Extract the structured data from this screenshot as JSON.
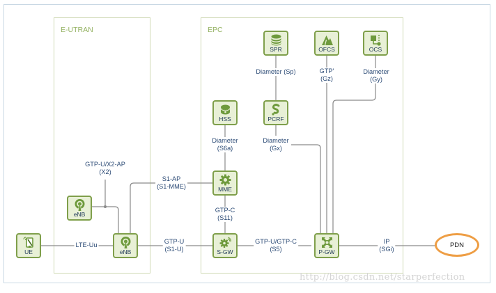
{
  "diagram": {
    "domains": {
      "e_utran": "E-UTRAN",
      "epc": "EPC"
    },
    "nodes": {
      "ue": {
        "label": "UE",
        "icon": "mobile-device-icon"
      },
      "enb_top": {
        "label": "eNB",
        "icon": "antenna-icon"
      },
      "enb_main": {
        "label": "eNB",
        "icon": "antenna-icon"
      },
      "hss": {
        "label": "HSS",
        "icon": "database-icon"
      },
      "mme": {
        "label": "MME",
        "icon": "gear-icon"
      },
      "sgw": {
        "label": "S-GW",
        "icon": "gear-signal-icon"
      },
      "spr": {
        "label": "SPR",
        "icon": "database-stack-icon"
      },
      "pcrf": {
        "label": "PCRF",
        "icon": "policy-icon"
      },
      "ofcs": {
        "label": "OFCS",
        "icon": "mountain-icon"
      },
      "ocs": {
        "label": "OCS",
        "icon": "flowchart-icon"
      },
      "pgw": {
        "label": "P-GW",
        "icon": "network-hub-icon"
      },
      "pdn": {
        "label": "PDN"
      }
    },
    "links": {
      "lte_uu": [
        "LTE-Uu"
      ],
      "x2": [
        "GTP-U/X2-AP",
        "(X2)"
      ],
      "s1_mme": [
        "S1-AP",
        "(S1-MME)"
      ],
      "s1_u": [
        "GTP-U",
        "(S1-U)"
      ],
      "s6a": [
        "Diameter",
        "(S6a)"
      ],
      "s11": [
        "GTP-C",
        "(S11)"
      ],
      "s5": [
        "GTP-U/GTP-C",
        "(S5)"
      ],
      "sp": [
        "Diameter (Sp)"
      ],
      "gx": [
        "Diameter",
        "(Gx)"
      ],
      "gz": [
        "GTP'",
        "(Gz)"
      ],
      "gy": [
        "Diameter",
        "(Gy)"
      ],
      "sgi": [
        "IP",
        "(SGi)"
      ]
    },
    "colors": {
      "node_border": "#7f9f4b",
      "node_fill": "#e8f0d6",
      "icon": "#6e9a3c",
      "line": "#8a8a8a",
      "domain_border": "#cfd9b4",
      "domain_title": "#94b262",
      "label_text": "#2b4a75",
      "pdn_border": "#ee9e45"
    }
  },
  "watermark": "http://blog.csdn.net/starperfection"
}
